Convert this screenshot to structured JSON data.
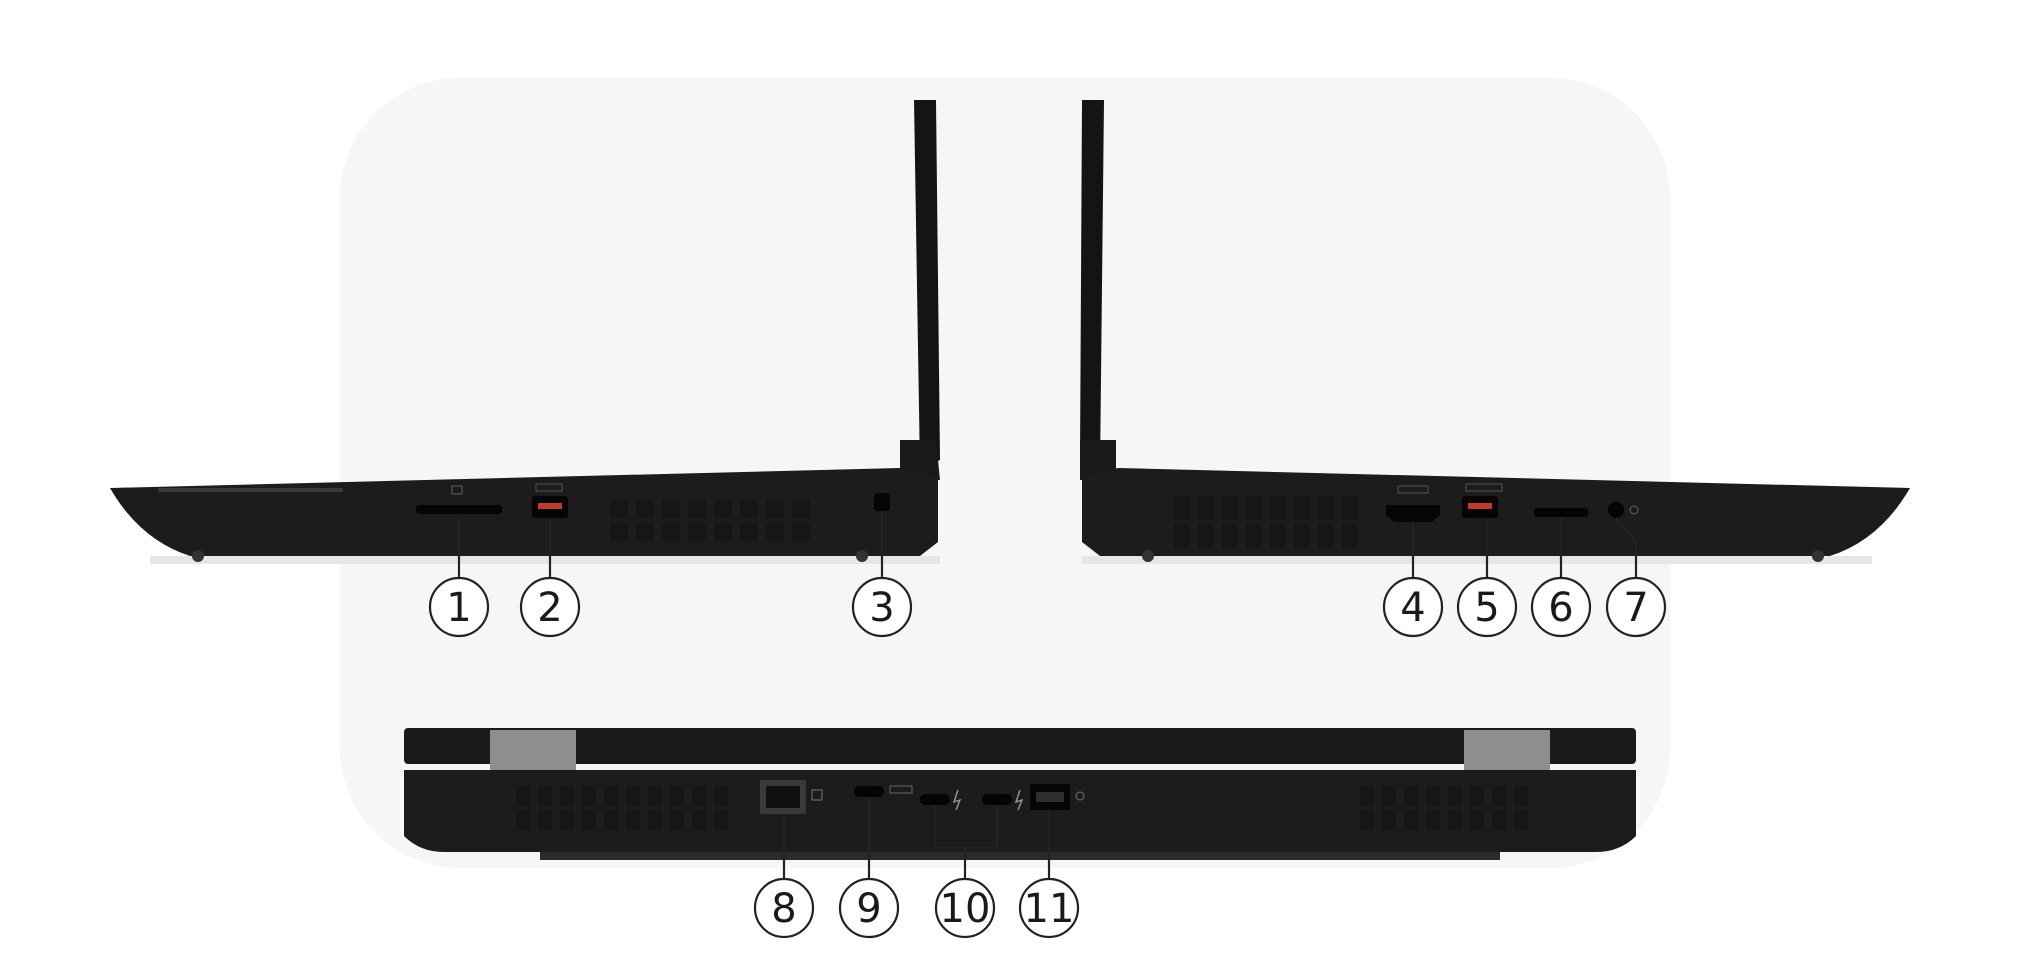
{
  "scene": {
    "subject": "laptop-ports-overview",
    "views": [
      "left-side",
      "right-side",
      "rear"
    ]
  },
  "colors": {
    "backdrop": "#f6f6f6",
    "chassis": "#1c1c1c",
    "chassis_edge": "#0d0d0d",
    "hinge": "#8e8e8e",
    "callout_stroke": "#222222"
  },
  "callouts": {
    "c1": "1",
    "c2": "2",
    "c3": "3",
    "c4": "4",
    "c5": "5",
    "c6": "6",
    "c7": "7",
    "c8": "8",
    "c9": "9",
    "c10": "10",
    "c11": "11"
  },
  "icons": [
    "smart-card-reader-icon",
    "usb-a-port-icon",
    "security-lock-slot-icon",
    "hdmi-port-icon",
    "usb-a-powered-port-icon",
    "sd-card-slot-icon",
    "audio-jack-icon",
    "ethernet-port-icon",
    "usb-c-port-icon",
    "thunderbolt-port-icon",
    "power-connector-icon"
  ]
}
